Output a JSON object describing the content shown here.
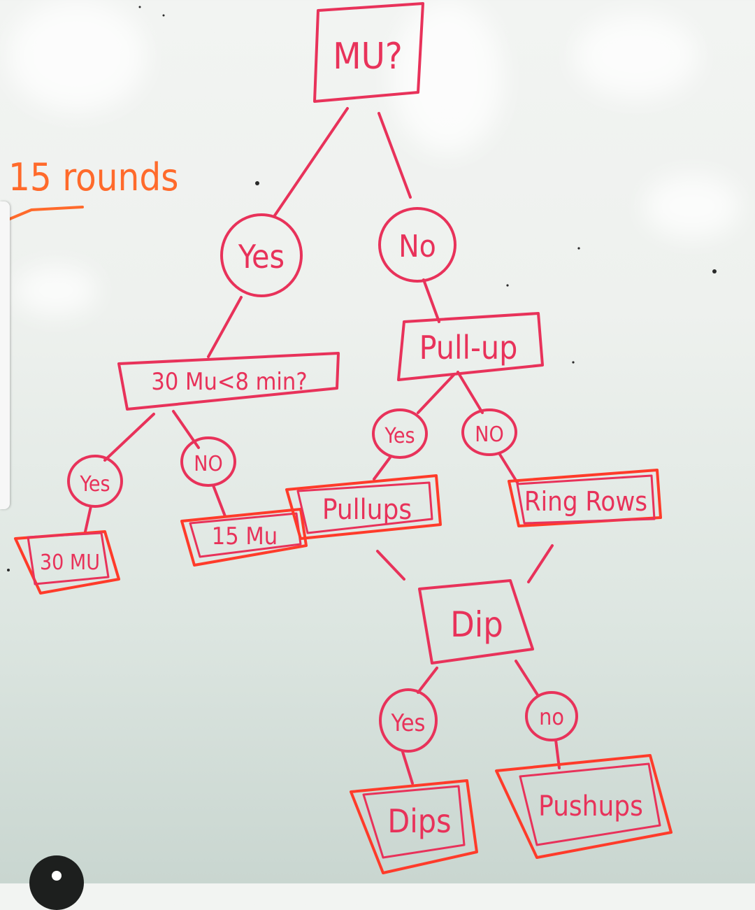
{
  "side_note": {
    "text": "15 rounds",
    "color": "#ff6a2b"
  },
  "colors": {
    "pink": "#e8325a",
    "red": "#ff3b2a",
    "orange": "#ff6a2b"
  },
  "nodes": {
    "root": "MU?",
    "yes1": "Yes",
    "no1": "No",
    "q_mu": "30 Mu<8 min?",
    "q_pullup": "Pull-up",
    "yes_mu": "Yes",
    "no_mu": "NO",
    "yes_pu": "Yes",
    "no_pu": "NO",
    "res_30mu": "30 MU",
    "res_15mu": "15 Mu",
    "res_pullups": "Pullups",
    "res_ringrows": "Ring Rows",
    "q_dip": "Dip",
    "yes_dip": "Yes",
    "no_dip": "no",
    "res_dips": "Dips",
    "res_pushups": "Pushups"
  },
  "icons": {
    "side_tab": "scroll-handle",
    "bottom_button": "profile-dot-icon"
  }
}
